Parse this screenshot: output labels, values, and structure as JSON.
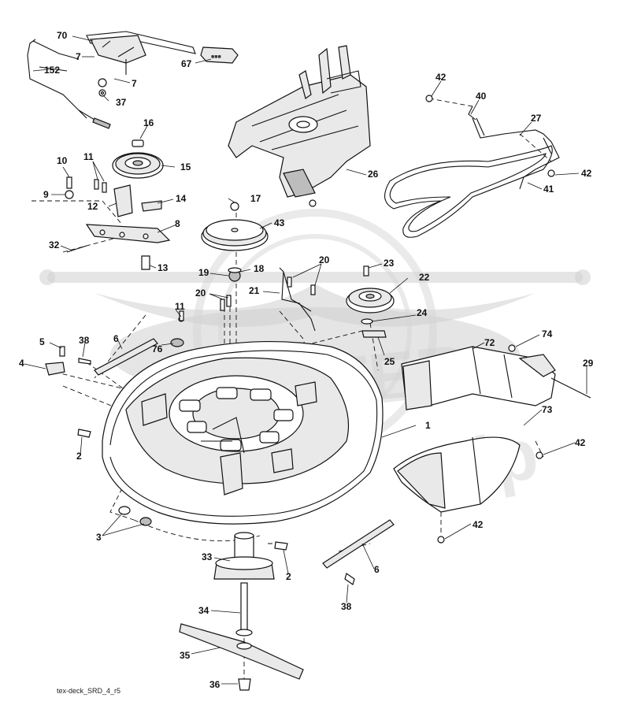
{
  "diagram": {
    "footer_code": "tex-deck_SRD_4_r5",
    "callouts": {
      "c70": "70",
      "c152": "152",
      "c7a": "7",
      "c7b": "7",
      "c67": "67",
      "c37": "37",
      "c16": "16",
      "c15": "15",
      "c10": "10",
      "c11a": "11",
      "c9": "9",
      "c12": "12",
      "c14": "14",
      "c17": "17",
      "c43": "43",
      "c8": "8",
      "c32": "32",
      "c13": "13",
      "c19": "19",
      "c18": "18",
      "c26": "26",
      "c42a": "42",
      "c40": "40",
      "c27": "27",
      "c42b": "42",
      "c41": "41",
      "c20a": "20",
      "c21": "21",
      "c23": "23",
      "c22": "22",
      "c20b": "20",
      "c11b": "11",
      "c24": "24",
      "c25": "25",
      "c5": "5",
      "c38a": "38",
      "c6a": "6",
      "c76": "76",
      "c4": "4",
      "c72": "72",
      "c74": "74",
      "c29": "29",
      "c1": "1",
      "c73": "73",
      "c2a": "2",
      "c42c": "42",
      "c3": "3",
      "c42d": "42",
      "c33": "33",
      "c2b": "2",
      "c6b": "6",
      "c38b": "38",
      "c34": "34",
      "c35": "35",
      "c36": "36"
    }
  }
}
